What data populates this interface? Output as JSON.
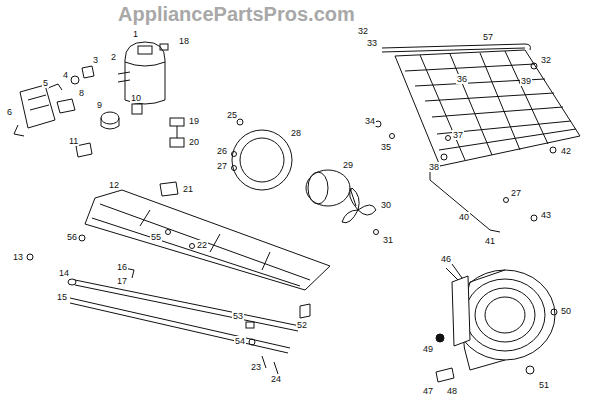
{
  "diagram": {
    "labels": [
      "AppliancePartsPros.com",
      "1",
      "2",
      "18",
      "3",
      "4",
      "5",
      "6",
      "8",
      "9",
      "10",
      "11",
      "12",
      "25",
      "19",
      "20",
      "21",
      "26",
      "27",
      "28",
      "29",
      "30",
      "31",
      "22",
      "55",
      "56",
      "13",
      "14",
      "17",
      "16",
      "15",
      "53",
      "52",
      "54",
      "23",
      "24",
      "32",
      "33",
      "57",
      "36",
      "32",
      "39",
      "34",
      "35",
      "37",
      "38",
      "42",
      "27",
      "43",
      "40",
      "41",
      "46",
      "50",
      "49",
      "47",
      "48",
      "51"
    ]
  }
}
